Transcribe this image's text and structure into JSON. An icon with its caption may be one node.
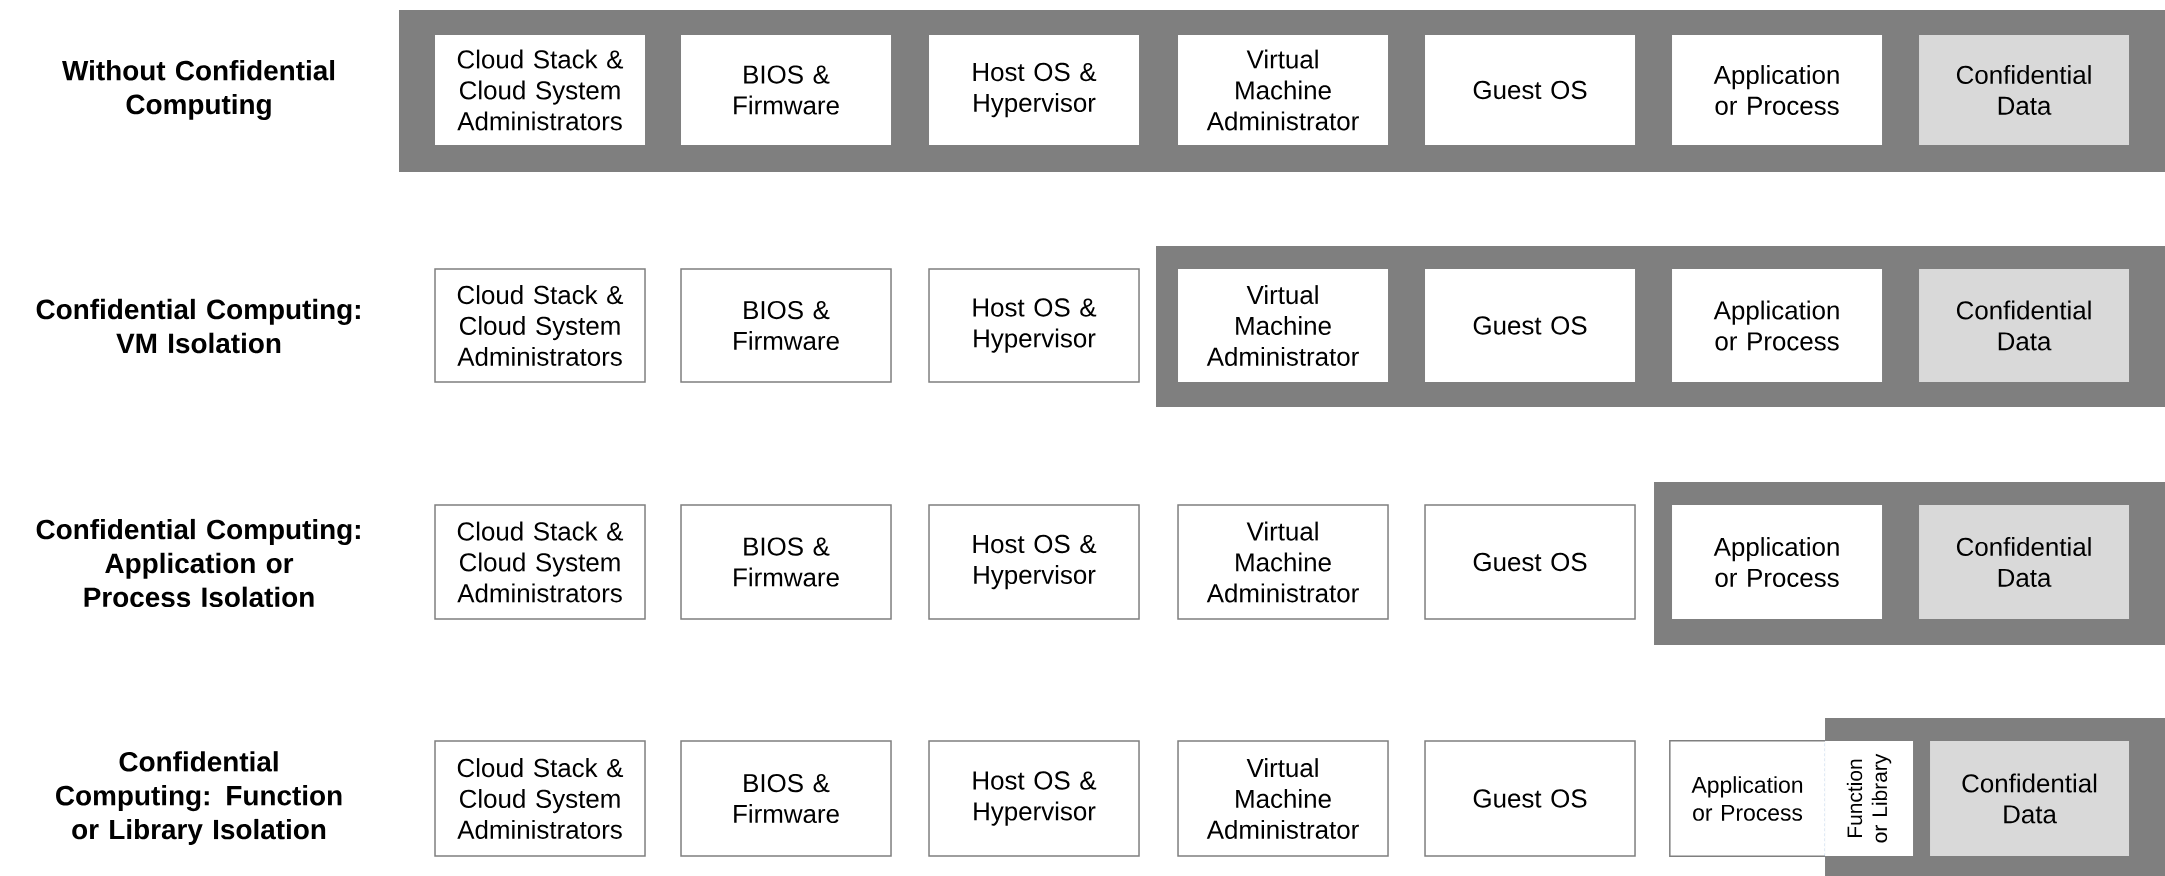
{
  "diagram": {
    "nodes": [
      {
        "text": [],
        "shape": "box"
      },
      {
        "text": [
          "Cloud Stack & Cloud System Administrators"
        ],
        "in": 0
      },
      {
        "text": [
          "BIOS & Firmware"
        ],
        "in": 0
      },
      {
        "text": [
          "Host OS & Hypervisor"
        ],
        "in": 0
      },
      {
        "text": [
          "Virtual Machine Administrator"
        ],
        "in": 0
      },
      {
        "text": [
          "Guest OS"
        ],
        "in": 0
      },
      {
        "text": [
          "Application or Process"
        ],
        "in": 0
      },
      {
        "text": [
          "Confidential Data"
        ],
        "in": 0
      },
      {
        "text": [
          "Cloud Stack & Cloud System Administrators"
        ]
      },
      {
        "text": [
          "BIOS & Firmware"
        ]
      },
      {
        "text": [
          "Host OS & Hypervisor"
        ]
      },
      {
        "text": [],
        "shape": "box"
      },
      {
        "text": [
          "Virtual Machine Administrator"
        ],
        "in": 11
      },
      {
        "text": [
          "Guest OS"
        ],
        "in": 11
      },
      {
        "text": [
          "Application or Process"
        ],
        "in": 11
      },
      {
        "text": [
          "Confidential Data"
        ],
        "in": 11
      },
      {
        "text": [
          "Cloud Stack & Cloud System Administrators"
        ]
      },
      {
        "text": [
          "BIOS & Firmware"
        ]
      },
      {
        "text": [
          "Host OS & Hypervisor"
        ]
      },
      {
        "text": [
          "Virtual Machine Administrator"
        ]
      },
      {
        "text": [
          "Guest OS"
        ]
      },
      {
        "text": [],
        "shape": "box"
      },
      {
        "text": [
          "Application or Process"
        ],
        "in": 21
      },
      {
        "text": [
          "Confidential Data"
        ],
        "in": 21
      },
      {
        "text": [
          "Cloud Stack & Cloud System Administrators"
        ]
      },
      {
        "text": [
          "BIOS & Firmware"
        ]
      },
      {
        "text": [
          "Host OS & Hypervisor"
        ]
      },
      {
        "text": [
          "Virtual Machine Administrator"
        ]
      },
      {
        "text": [
          "Guest OS"
        ]
      },
      {
        "text": [
          "Application or Process"
        ]
      },
      {
        "text": [],
        "shape": "box"
      },
      {
        "text": [
          "Function or Library"
        ],
        "in": 30
      },
      {
        "text": [
          "Confidential Data"
        ],
        "in": 30
      }
    ],
    "labels": [
      "Without Confidential Computing",
      "Confidential Computing: VM Isolation",
      "Confidential Computing: Application or Process Isolation",
      "Confidential Computing: Function or Library Isolation"
    ]
  }
}
